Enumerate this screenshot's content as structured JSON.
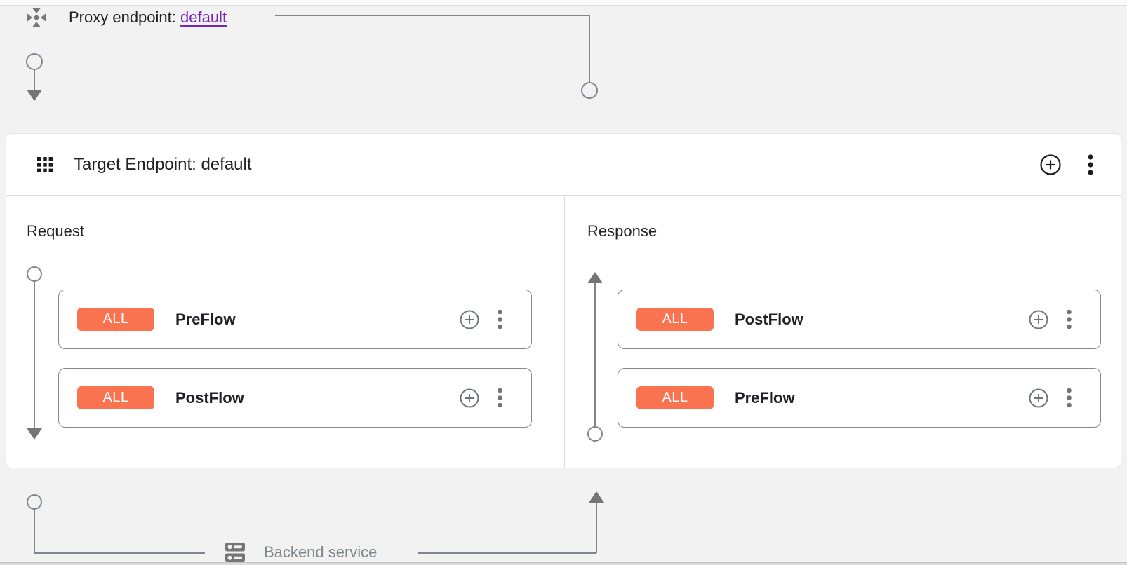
{
  "proxy": {
    "label": "Proxy endpoint:",
    "link_text": "default"
  },
  "target_panel": {
    "title": "Target Endpoint: default",
    "add_button": "add-flow",
    "menu_button": "more-options"
  },
  "request": {
    "label": "Request",
    "flows": [
      {
        "badge": "ALL",
        "name": "PreFlow"
      },
      {
        "badge": "ALL",
        "name": "PostFlow"
      }
    ]
  },
  "response": {
    "label": "Response",
    "flows": [
      {
        "badge": "ALL",
        "name": "PostFlow"
      },
      {
        "badge": "ALL",
        "name": "PreFlow"
      }
    ]
  },
  "backend": {
    "label": "Backend service"
  },
  "icons": {
    "proxy_endpoint": "move-diamond-icon",
    "target_endpoint": "grid-icon",
    "add": "plus-circle-icon",
    "menu": "kebab-icon",
    "backend": "dns-server-icon"
  },
  "colors": {
    "badge_orange": "#fa7350",
    "link_purple": "#7627bb",
    "wire_gray": "#80868b",
    "arrow_gray": "#757575",
    "text_dark": "#202124",
    "panel_border": "#dadce0",
    "page_background": "#f2f2f2"
  }
}
